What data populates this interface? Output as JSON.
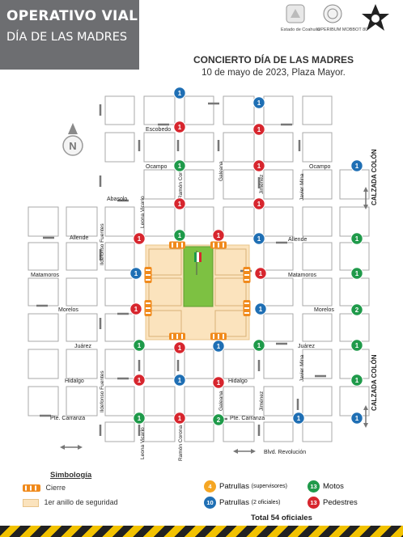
{
  "header": {
    "title_line1": "OPERATIVO VIAL",
    "title_line2": "DÍA DE LAS MADRES",
    "logo1_text": "Estado de Coahuila",
    "logo2_text": "OPERIBUM MOBBOT 80"
  },
  "event": {
    "title": "CONCIERTO DÍA DE LAS MADRES",
    "subtitle": "10 de mayo de 2023, Plaza Mayor."
  },
  "streets": {
    "escobedo": "Escobedo",
    "ocampo": "Ocampo",
    "ocampo_right": "Ocampo",
    "abasolo": "Abasolo",
    "allende": "Allende",
    "allende_right": "Allende",
    "matamoros": "Matamoros",
    "matamoros_right": "Matamoros",
    "morelos": "Morelos",
    "morelos_right": "Morelos",
    "juarez": "Juárez",
    "juarez_right": "Juárez",
    "hidalgo": "Hidalgo",
    "hidalgo_mid": "Hidalgo",
    "carranza": "Pte. Carranza",
    "carranza_mid": "Pte. Carranza",
    "revolucion": "Blvd. Revolución",
    "ildefonso_top": "Ildefonso Fuentes",
    "ildefonso_bottom": "Ildefonso Fuentes",
    "leona_top": "Leona Vicario",
    "leona_bottom": "Leona Vicario",
    "ramon_top": "Ramón Corona",
    "ramon_bottom": "Ramón Corona",
    "galeana_top": "Galeana",
    "galeana_bottom": "Galeana",
    "jimenez_top": "Jiménez",
    "jimenez_bottom": "Jiménez",
    "mina_top": "Javier Mina",
    "mina_bottom": "Javier Mina",
    "colon_top": "CALZADA COLÓN",
    "colon_bottom": "CALZADA COLÓN"
  },
  "points": [
    {
      "n": "1",
      "type": "patrullas2"
    },
    {
      "n": "1",
      "type": "patrullas2"
    },
    {
      "n": "1",
      "type": "pedestres"
    },
    {
      "n": "1",
      "type": "pedestres"
    },
    {
      "n": "1",
      "type": "motos"
    },
    {
      "n": "1",
      "type": "pedestres"
    },
    {
      "n": "1",
      "type": "patrullas2"
    },
    {
      "n": "1",
      "type": "pedestres"
    },
    {
      "n": "1",
      "type": "pedestres"
    },
    {
      "n": "1",
      "type": "pedestres"
    },
    {
      "n": "1",
      "type": "motos"
    },
    {
      "n": "1",
      "type": "pedestres"
    },
    {
      "n": "1",
      "type": "patrullas2"
    },
    {
      "n": "1",
      "type": "motos"
    },
    {
      "n": "1",
      "type": "patrullas2"
    },
    {
      "n": "1",
      "type": "pedestres"
    },
    {
      "n": "1",
      "type": "motos"
    },
    {
      "n": "2",
      "type": "motos"
    },
    {
      "n": "1",
      "type": "pedestres"
    },
    {
      "n": "1",
      "type": "patrullas2"
    },
    {
      "n": "1",
      "type": "motos"
    },
    {
      "n": "1",
      "type": "pedestres"
    },
    {
      "n": "1",
      "type": "patrullas2"
    },
    {
      "n": "1",
      "type": "motos"
    },
    {
      "n": "1",
      "type": "motos"
    },
    {
      "n": "1",
      "type": "pedestres"
    },
    {
      "n": "1",
      "type": "patrullas2"
    },
    {
      "n": "1",
      "type": "pedestres"
    },
    {
      "n": "1",
      "type": "motos"
    },
    {
      "n": "1",
      "type": "motos"
    },
    {
      "n": "1",
      "type": "pedestres"
    },
    {
      "n": "2",
      "type": "motos"
    },
    {
      "n": "1",
      "type": "patrullas2"
    },
    {
      "n": "1",
      "type": "patrullas2"
    }
  ],
  "legend": {
    "title": "Simbología",
    "cierre": "Cierre",
    "anillo": "1er anillo de seguridad"
  },
  "counts": {
    "supervisores_num": "4",
    "supervisores_label": "Patrullas",
    "supervisores_note": "(supervisores)",
    "motos_num": "13",
    "motos_label": "Motos",
    "patrullas_num": "10",
    "patrullas_label": "Patrullas",
    "patrullas_note": "(2 oficiales)",
    "pedestres_num": "13",
    "pedestres_label": "Pedestres",
    "total": "Total 54 oficiales"
  },
  "colors": {
    "patrullas2": "#1f6fb4",
    "pedestres": "#d7262e",
    "motos": "#1f9a4a",
    "supervisores": "#f5a623",
    "ring": "#fbe3bd",
    "cierre": "#f08a1c",
    "plaza_green": "#7dc142"
  }
}
